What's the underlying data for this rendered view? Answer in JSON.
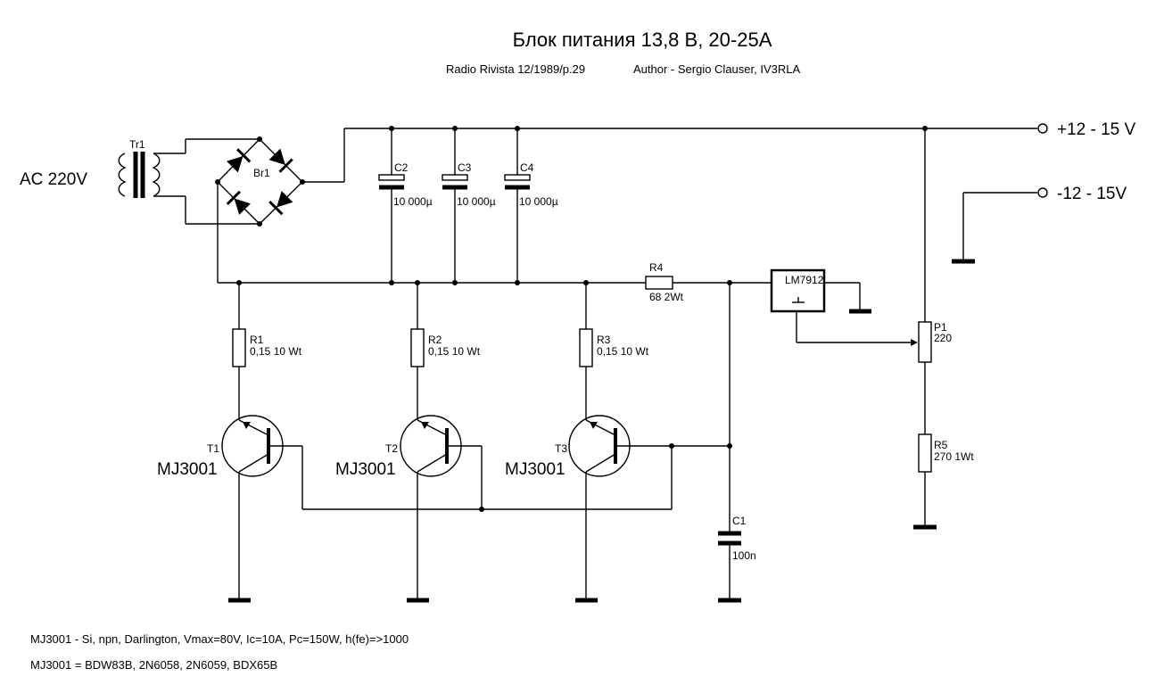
{
  "title": "Блок питания 13,8 В, 20-25А",
  "subtitle": {
    "source": "Radio Rivista 12/1989/p.29",
    "author": "Author - Sergio Clauser, IV3RLA"
  },
  "terminals": {
    "input": "AC 220V",
    "positive": "+12 - 15 V",
    "negative": "-12 - 15V"
  },
  "components": {
    "tr1": "Tr1",
    "br1": "Br1",
    "c2": {
      "ref": "C2",
      "value": "10 000µ"
    },
    "c3": {
      "ref": "C3",
      "value": "10 000µ"
    },
    "c4": {
      "ref": "C4",
      "value": "10 000µ"
    },
    "r4": {
      "ref": "R4",
      "value": "68 2Wt"
    },
    "lm": "LM7912",
    "r1": {
      "ref": "R1",
      "value": "0,15 10 Wt"
    },
    "r2": {
      "ref": "R2",
      "value": "0,15 10 Wt"
    },
    "r3": {
      "ref": "R3",
      "value": "0,15 10 Wt"
    },
    "t1": {
      "ref": "T1",
      "part": "MJ3001"
    },
    "t2": {
      "ref": "T2",
      "part": "MJ3001"
    },
    "t3": {
      "ref": "T3",
      "part": "MJ3001"
    },
    "c1": {
      "ref": "C1",
      "value": "100n"
    },
    "p1": {
      "ref": "P1",
      "value": "220"
    },
    "r5": {
      "ref": "R5",
      "value": "270 1Wt"
    }
  },
  "notes": [
    "MJ3001 - Si, npn, Darlington, Vmax=80V, Ic=10A, Pc=150W, h(fe)=>1000",
    "MJ3001 = BDW83B, 2N6058, 2N6059, BDX65B"
  ]
}
